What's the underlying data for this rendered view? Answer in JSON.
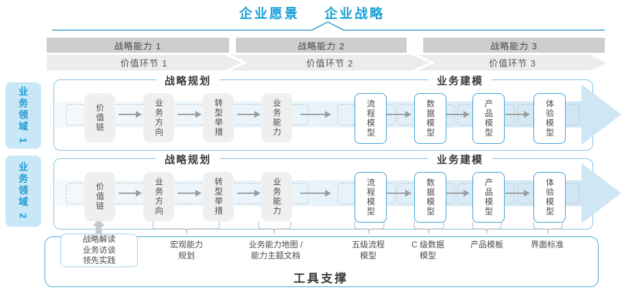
{
  "title": {
    "vision": "企业愿景",
    "strategy": "企业战略"
  },
  "strategy_bar": {
    "capabilities": [
      "战略能力 1",
      "战略能力 2",
      "战略能力 3"
    ],
    "value_links": [
      "价值环节 1",
      "价值环节 2",
      "价值环节 3"
    ]
  },
  "domains": [
    {
      "label": "业务领域 1",
      "planning_header": "战略规划",
      "modeling_header": "业务建模",
      "boxes": [
        "价值链",
        "业务方向",
        "转型举措",
        "业务能力",
        "流程模型",
        "数据模型",
        "产品模型",
        "体验模型"
      ]
    },
    {
      "label": "业务领域 2",
      "planning_header": "战略规划",
      "modeling_header": "业务建模",
      "boxes": [
        "价值链",
        "业务方向",
        "转型举措",
        "业务能力",
        "流程模型",
        "数据模型",
        "产品模型",
        "体验模型"
      ]
    }
  ],
  "support": {
    "title": "工具支撑",
    "practice_box": "战略解读\n业务访谈\n领先实践",
    "annotations": [
      "宏观能力\n规划",
      "业务能力地图 /\n能力主题文档",
      "五级流程\n模型",
      "C 级数据\n模型",
      "产品模板",
      "界面标准"
    ]
  },
  "colors": {
    "accent_blue": "#189fd8",
    "box_border_blue": "#3f9fd6",
    "container_border": "#85c3e6",
    "band_blue": "#cfe6f5",
    "bar_gray": "#cecece",
    "chevron_gray": "#ececec"
  }
}
